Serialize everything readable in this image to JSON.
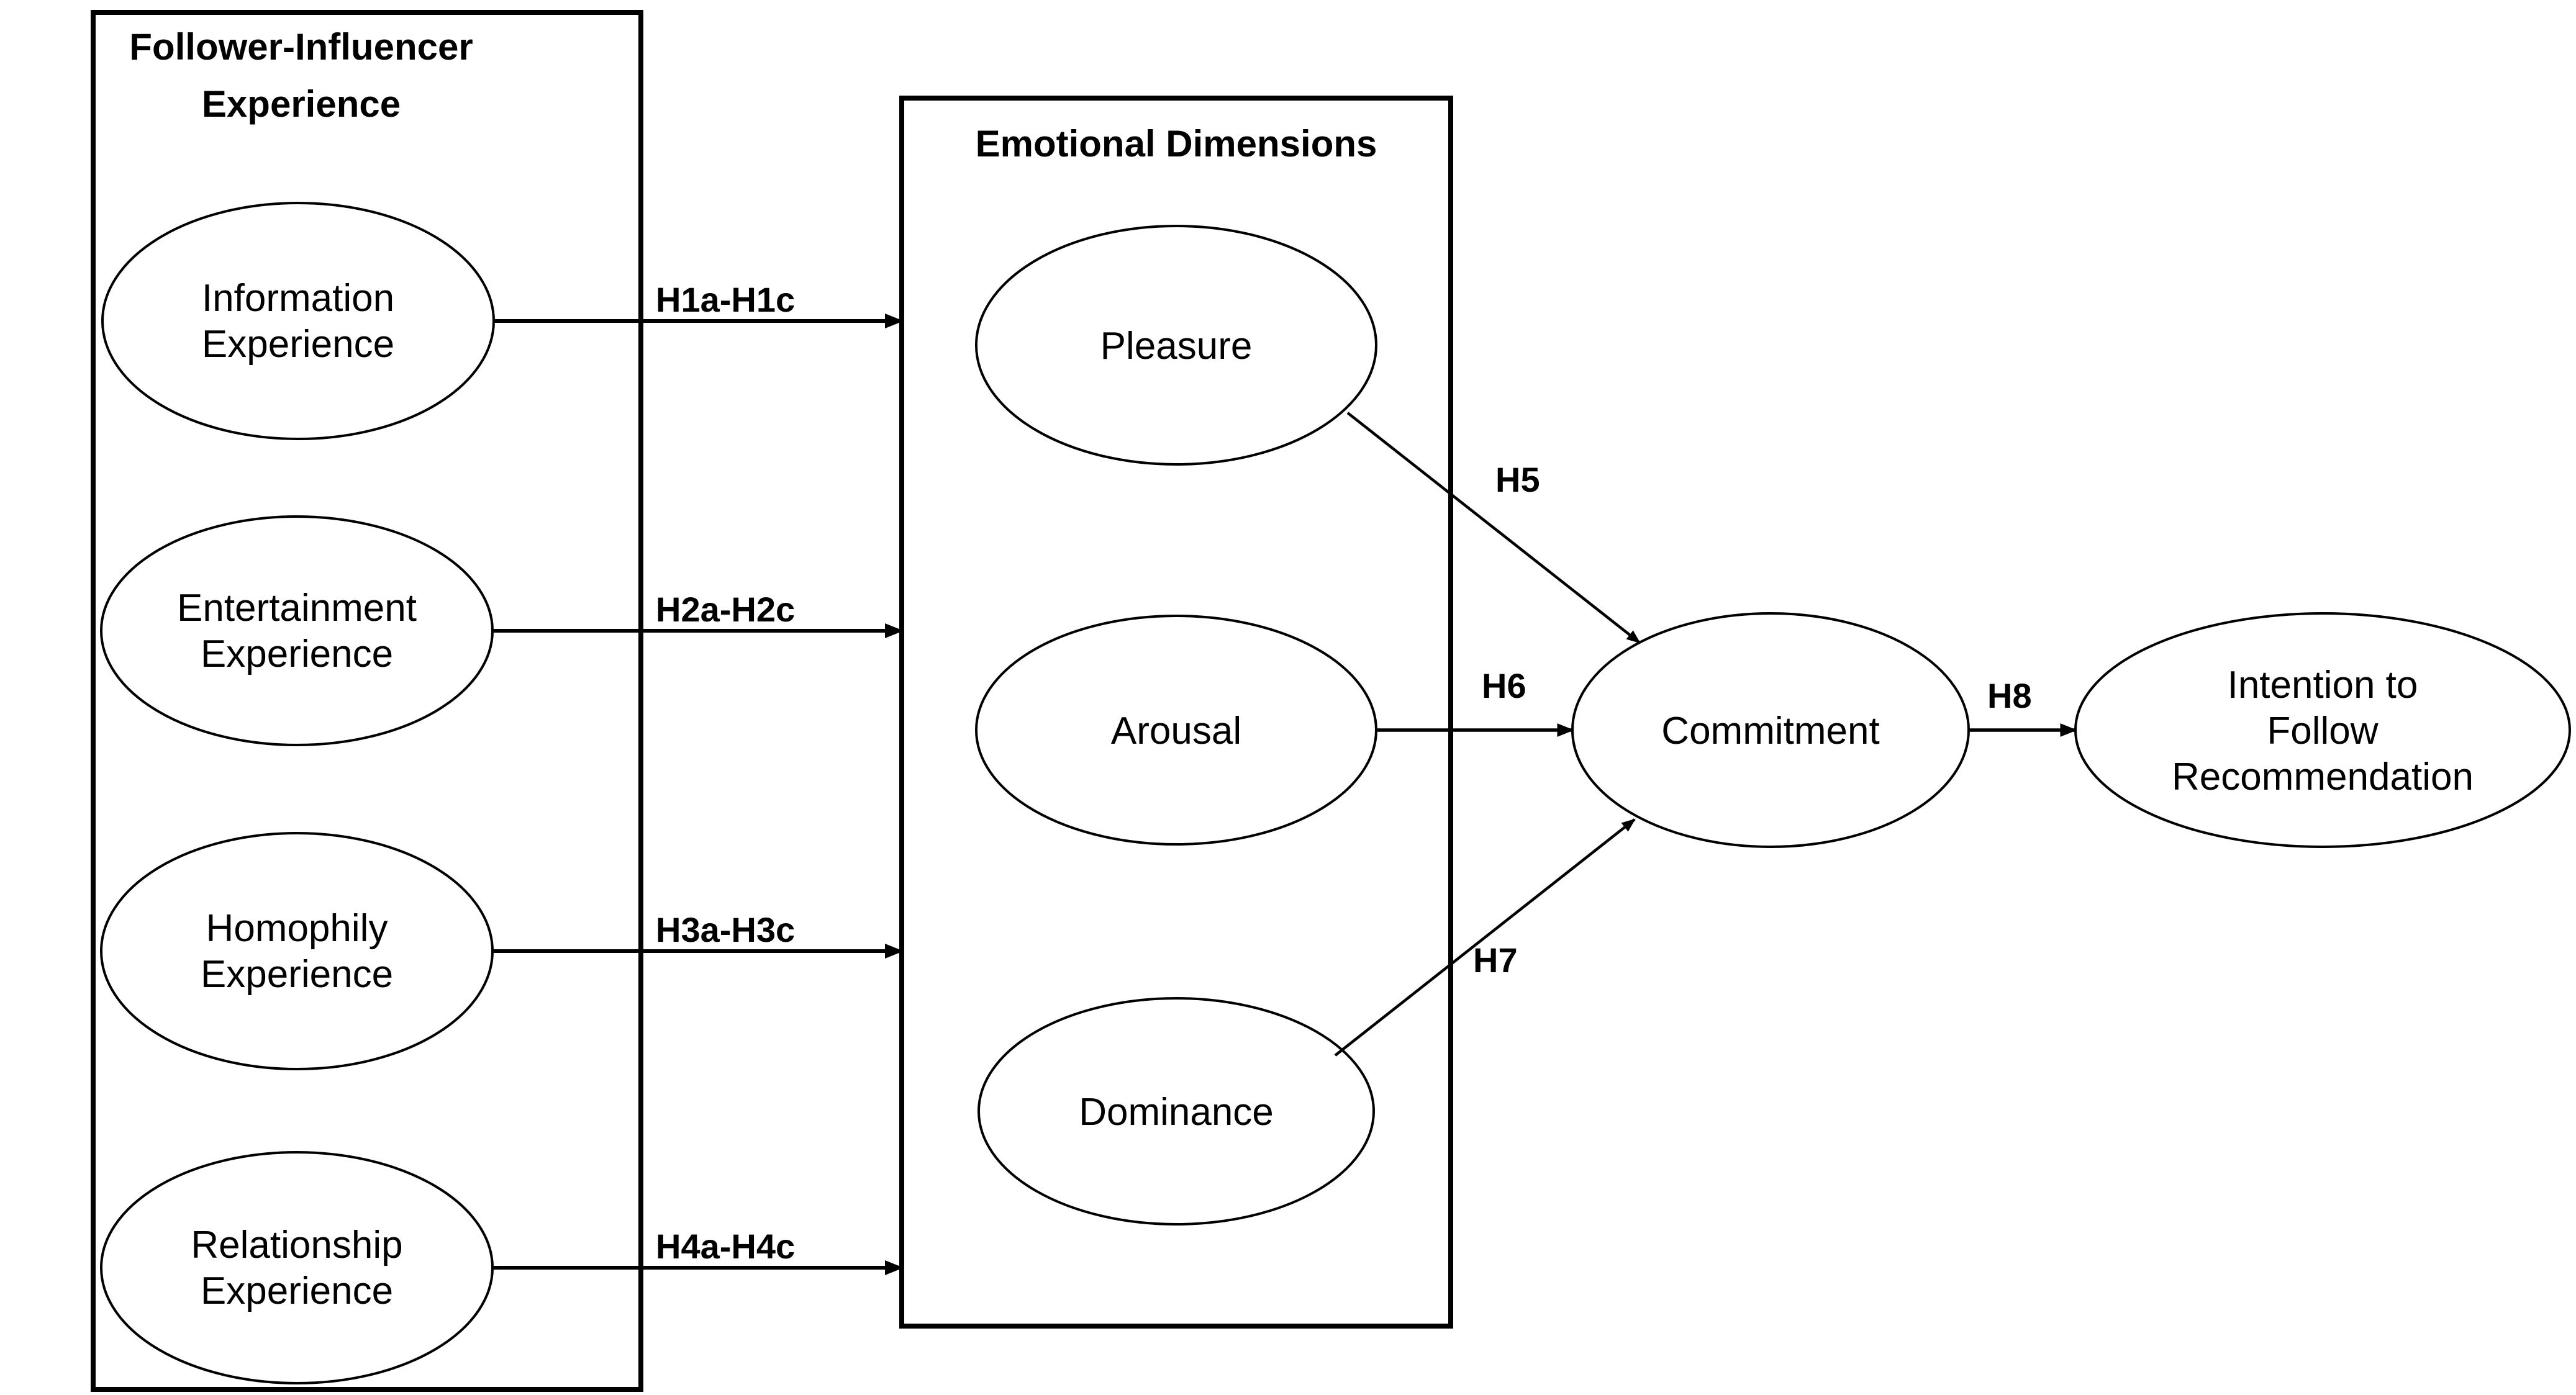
{
  "diagram": {
    "colors": {
      "background": "#ffffff",
      "stroke": "#000000",
      "text": "#000000"
    },
    "groups": {
      "follower_influencer": {
        "title_line1": "Follower-Influencer",
        "title_line2": "Experience"
      },
      "emotional_dimensions": {
        "title": "Emotional Dimensions"
      }
    },
    "nodes": {
      "information": {
        "line1": "Information",
        "line2": "Experience"
      },
      "entertainment": {
        "line1": "Entertainment",
        "line2": "Experience"
      },
      "homophily": {
        "line1": "Homophily",
        "line2": "Experience"
      },
      "relationship": {
        "line1": "Relationship",
        "line2": "Experience"
      },
      "pleasure": {
        "label": "Pleasure"
      },
      "arousal": {
        "label": "Arousal"
      },
      "dominance": {
        "label": "Dominance"
      },
      "commitment": {
        "label": "Commitment"
      },
      "intention": {
        "line1": "Intention to",
        "line2": "Follow",
        "line3": "Recommendation"
      }
    },
    "hypotheses": {
      "h1": "H1a-H1c",
      "h2": "H2a-H2c",
      "h3": "H3a-H3c",
      "h4": "H4a-H4c",
      "h5": "H5",
      "h6": "H6",
      "h7": "H7",
      "h8": "H8"
    }
  }
}
